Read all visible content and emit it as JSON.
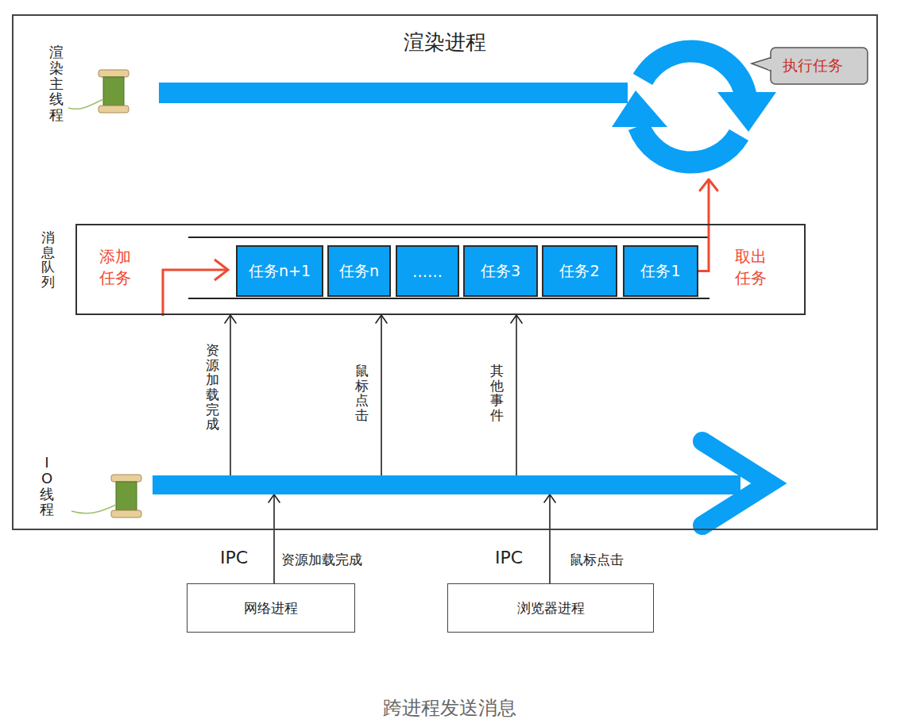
{
  "diagram": {
    "title": "渲染进程",
    "caption": "跨进程发送消息",
    "nodes": [
      {
        "text": [
          "渲染进程"
        ]
      },
      {
        "text": [
          "渲染主线程"
        ],
        "in": 0
      },
      {
        "text": [
          "消息队列",
          "添加任务",
          "取出任务"
        ],
        "in": 0
      },
      {
        "text": [
          "任务n+1"
        ],
        "in": 2
      },
      {
        "text": [
          "任务n"
        ],
        "in": 2
      },
      {
        "text": [
          "……"
        ],
        "in": 2
      },
      {
        "text": [
          "任务3"
        ],
        "in": 2
      },
      {
        "text": [
          "任务2"
        ],
        "in": 2
      },
      {
        "text": [
          "任务1"
        ],
        "in": 2
      },
      {
        "text": [
          "IO线程"
        ],
        "in": 0
      },
      {
        "text": [
          "网络进程"
        ]
      },
      {
        "text": [
          "浏览器进程"
        ]
      }
    ],
    "edges": [
      {
        "from": 9,
        "to": 2,
        "arrow": "to",
        "label": "资源加载完成"
      },
      {
        "from": 9,
        "to": 2,
        "arrow": "to",
        "label": "鼠标点击"
      },
      {
        "from": 9,
        "to": 2,
        "arrow": "to",
        "label": "其他事件"
      },
      {
        "from": 10,
        "to": 9,
        "arrow": "to",
        "label": "资源加载完成"
      },
      {
        "from": 11,
        "to": 9,
        "arrow": "to",
        "label": "鼠标点击"
      },
      {
        "from": 8,
        "to": 1,
        "arrow": "to"
      }
    ],
    "labels": [
      "执行任务",
      "IPC",
      "IPC"
    ]
  }
}
